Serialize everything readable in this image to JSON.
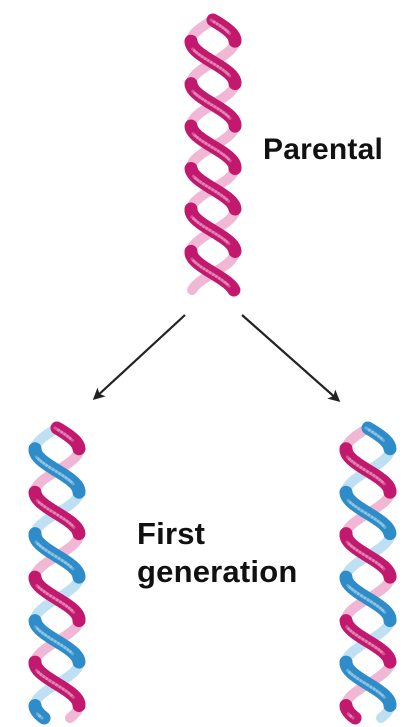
{
  "labels": {
    "parental": "Parental",
    "first_line1": "First",
    "first_line2": "generation"
  },
  "colors": {
    "parental_strand": "#c2186e",
    "parental_strand_light": "#f0b8d4",
    "new_strand": "#2e8dc8",
    "new_strand_light": "#bfe0f2",
    "arrow": "#222222",
    "text": "#111111"
  },
  "diagram": {
    "parent": {
      "strands": [
        "parental",
        "parental"
      ]
    },
    "children": [
      {
        "strands": [
          "parental",
          "new"
        ]
      },
      {
        "strands": [
          "new",
          "parental"
        ]
      }
    ]
  }
}
